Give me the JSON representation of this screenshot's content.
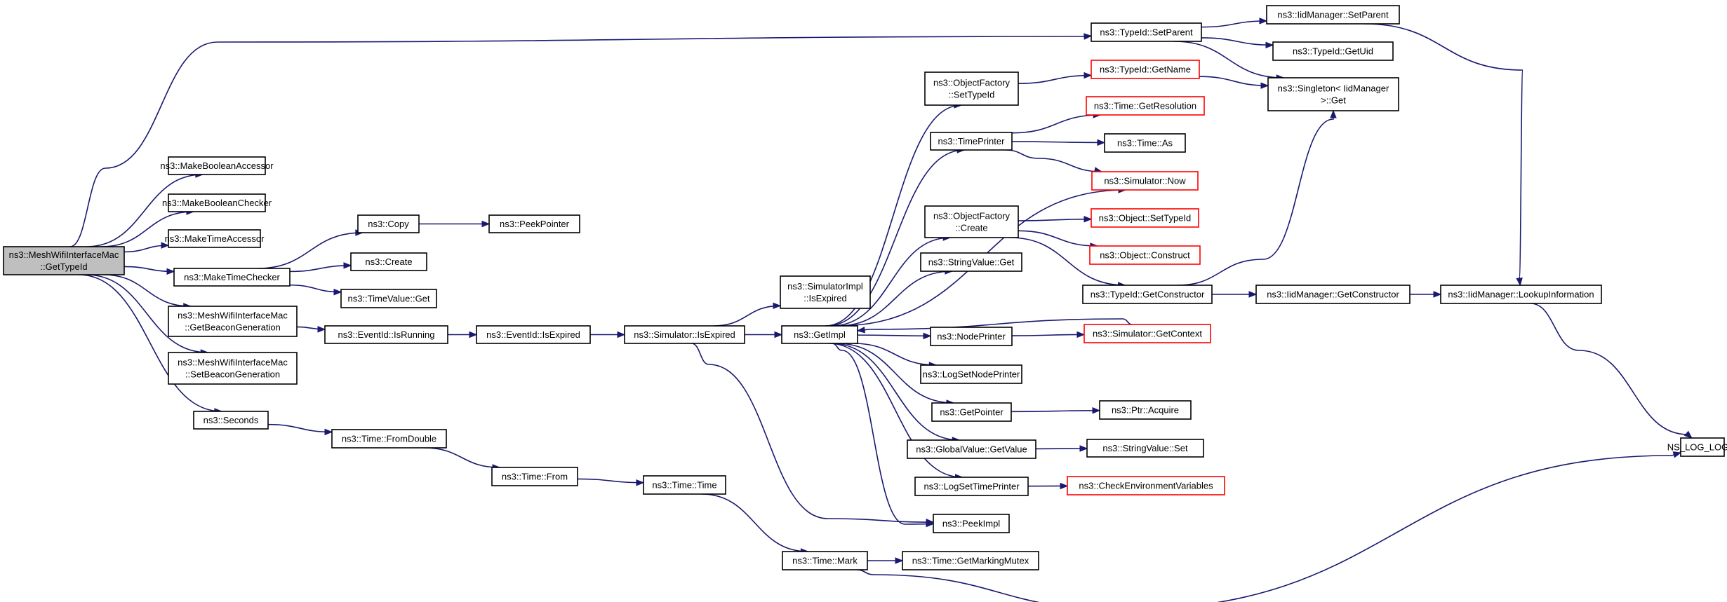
{
  "diagram": {
    "type": "call-graph",
    "edge_color": "#191970",
    "truncated_color": "#ff0000",
    "root_fill": "#bfbfbf",
    "nodes": [
      {
        "id": "root",
        "lines": [
          "ns3::MeshWifiInterfaceMac",
          "::GetTypeId"
        ],
        "root": true
      },
      {
        "id": "makeBoolAcc",
        "lines": [
          "ns3::MakeBooleanAccessor"
        ]
      },
      {
        "id": "makeBoolChk",
        "lines": [
          "ns3::MakeBooleanChecker"
        ]
      },
      {
        "id": "makeTimeAcc",
        "lines": [
          "ns3::MakeTimeAccessor"
        ]
      },
      {
        "id": "makeTimeChk",
        "lines": [
          "ns3::MakeTimeChecker"
        ]
      },
      {
        "id": "getBeacon",
        "lines": [
          "ns3::MeshWifiInterfaceMac",
          "::GetBeaconGeneration"
        ]
      },
      {
        "id": "setBeacon",
        "lines": [
          "ns3::MeshWifiInterfaceMac",
          "::SetBeaconGeneration"
        ]
      },
      {
        "id": "seconds",
        "lines": [
          "ns3::Seconds"
        ]
      },
      {
        "id": "copy",
        "lines": [
          "ns3::Copy"
        ]
      },
      {
        "id": "peekPtr",
        "lines": [
          "ns3::PeekPointer"
        ]
      },
      {
        "id": "create",
        "lines": [
          "ns3::Create"
        ]
      },
      {
        "id": "timeValueGet",
        "lines": [
          "ns3::TimeValue::Get"
        ]
      },
      {
        "id": "evRunning",
        "lines": [
          "ns3::EventId::IsRunning"
        ]
      },
      {
        "id": "evExpired",
        "lines": [
          "ns3::EventId::IsExpired"
        ]
      },
      {
        "id": "simExpired",
        "lines": [
          "ns3::Simulator::IsExpired"
        ]
      },
      {
        "id": "simImplExpired",
        "lines": [
          "ns3::SimulatorImpl",
          "::IsExpired"
        ]
      },
      {
        "id": "getImpl",
        "lines": [
          "ns3::GetImpl"
        ]
      },
      {
        "id": "fromDouble",
        "lines": [
          "ns3::Time::FromDouble"
        ]
      },
      {
        "id": "timeFrom",
        "lines": [
          "ns3::Time::From"
        ]
      },
      {
        "id": "timeTime",
        "lines": [
          "ns3::Time::Time"
        ]
      },
      {
        "id": "timeMark",
        "lines": [
          "ns3::Time::Mark"
        ]
      },
      {
        "id": "markingMutex",
        "lines": [
          "ns3::Time::GetMarkingMutex"
        ]
      },
      {
        "id": "ofSetTypeId",
        "lines": [
          "ns3::ObjectFactory",
          "::SetTypeId"
        ]
      },
      {
        "id": "timePrinter",
        "lines": [
          "ns3::TimePrinter"
        ]
      },
      {
        "id": "ofCreate",
        "lines": [
          "ns3::ObjectFactory",
          "::Create"
        ]
      },
      {
        "id": "stringValueGet",
        "lines": [
          "ns3::StringValue::Get"
        ]
      },
      {
        "id": "nodePrinter",
        "lines": [
          "ns3::NodePrinter"
        ]
      },
      {
        "id": "logSetNode",
        "lines": [
          "ns3::LogSetNodePrinter"
        ]
      },
      {
        "id": "getPointer",
        "lines": [
          "ns3::GetPointer"
        ]
      },
      {
        "id": "gvGetValue",
        "lines": [
          "ns3::GlobalValue::GetValue"
        ]
      },
      {
        "id": "logSetTime",
        "lines": [
          "ns3::LogSetTimePrinter"
        ]
      },
      {
        "id": "peekImpl",
        "lines": [
          "ns3::PeekImpl"
        ]
      },
      {
        "id": "typeIdGetName",
        "lines": [
          "ns3::TypeId::GetName"
        ],
        "truncated": true
      },
      {
        "id": "timeGetRes",
        "lines": [
          "ns3::Time::GetResolution"
        ],
        "truncated": true
      },
      {
        "id": "timeAs",
        "lines": [
          "ns3::Time::As"
        ]
      },
      {
        "id": "simNow",
        "lines": [
          "ns3::Simulator::Now"
        ],
        "truncated": true
      },
      {
        "id": "objSetTypeId",
        "lines": [
          "ns3::Object::SetTypeId"
        ],
        "truncated": true
      },
      {
        "id": "objConstruct",
        "lines": [
          "ns3::Object::Construct"
        ],
        "truncated": true
      },
      {
        "id": "typeIdGetCtor",
        "lines": [
          "ns3::TypeId::GetConstructor"
        ]
      },
      {
        "id": "simGetContext",
        "lines": [
          "ns3::Simulator::GetContext"
        ],
        "truncated": true
      },
      {
        "id": "ptrAcquire",
        "lines": [
          "ns3::Ptr::Acquire"
        ]
      },
      {
        "id": "stringValueSet",
        "lines": [
          "ns3::StringValue::Set"
        ]
      },
      {
        "id": "checkEnv",
        "lines": [
          "ns3::CheckEnvironmentVariables"
        ],
        "truncated": true
      },
      {
        "id": "typeIdSetParent",
        "lines": [
          "ns3::TypeId::SetParent"
        ]
      },
      {
        "id": "iidSetParent",
        "lines": [
          "ns3::IidManager::SetParent"
        ]
      },
      {
        "id": "typeIdGetUid",
        "lines": [
          "ns3::TypeId::GetUid"
        ]
      },
      {
        "id": "singletonGet",
        "lines": [
          "ns3::Singleton< IidManager",
          " >::Get"
        ]
      },
      {
        "id": "iidGetCtor",
        "lines": [
          "ns3::IidManager::GetConstructor"
        ]
      },
      {
        "id": "iidLookup",
        "lines": [
          "ns3::IidManager::LookupInformation"
        ]
      },
      {
        "id": "nsLogLogic",
        "lines": [
          "NS_LOG_LOGIC"
        ]
      }
    ],
    "edges": [
      [
        "root",
        "typeIdSetParent"
      ],
      [
        "root",
        "makeBoolAcc"
      ],
      [
        "root",
        "makeBoolChk"
      ],
      [
        "root",
        "makeTimeAcc"
      ],
      [
        "root",
        "makeTimeChk"
      ],
      [
        "root",
        "getBeacon"
      ],
      [
        "root",
        "setBeacon"
      ],
      [
        "root",
        "seconds"
      ],
      [
        "makeTimeChk",
        "copy"
      ],
      [
        "makeTimeChk",
        "create"
      ],
      [
        "makeTimeChk",
        "timeValueGet"
      ],
      [
        "copy",
        "peekPtr"
      ],
      [
        "getBeacon",
        "evRunning"
      ],
      [
        "evRunning",
        "evExpired"
      ],
      [
        "evExpired",
        "simExpired"
      ],
      [
        "simExpired",
        "simImplExpired"
      ],
      [
        "simExpired",
        "getImpl"
      ],
      [
        "simExpired",
        "peekImpl"
      ],
      [
        "seconds",
        "fromDouble"
      ],
      [
        "fromDouble",
        "timeFrom"
      ],
      [
        "timeFrom",
        "timeTime"
      ],
      [
        "timeTime",
        "timeMark"
      ],
      [
        "timeMark",
        "markingMutex"
      ],
      [
        "timeMark",
        "nsLogLogic"
      ],
      [
        "getImpl",
        "ofSetTypeId"
      ],
      [
        "getImpl",
        "timePrinter"
      ],
      [
        "getImpl",
        "simNow"
      ],
      [
        "getImpl",
        "ofCreate"
      ],
      [
        "getImpl",
        "stringValueGet"
      ],
      [
        "getImpl",
        "nodePrinter"
      ],
      [
        "getImpl",
        "logSetNode"
      ],
      [
        "getImpl",
        "getPointer"
      ],
      [
        "getImpl",
        "gvGetValue"
      ],
      [
        "getImpl",
        "logSetTime"
      ],
      [
        "getImpl",
        "peekImpl"
      ],
      [
        "ofSetTypeId",
        "typeIdGetName"
      ],
      [
        "typeIdGetName",
        "singletonGet"
      ],
      [
        "timePrinter",
        "timeGetRes"
      ],
      [
        "timePrinter",
        "timeAs"
      ],
      [
        "timePrinter",
        "simNow"
      ],
      [
        "ofCreate",
        "objSetTypeId"
      ],
      [
        "ofCreate",
        "objConstruct"
      ],
      [
        "ofCreate",
        "typeIdGetCtor"
      ],
      [
        "typeIdGetCtor",
        "singletonGet"
      ],
      [
        "typeIdGetCtor",
        "iidGetCtor"
      ],
      [
        "iidGetCtor",
        "iidLookup"
      ],
      [
        "nodePrinter",
        "simGetContext"
      ],
      [
        "simGetContext",
        "getImpl"
      ],
      [
        "getPointer",
        "ptrAcquire"
      ],
      [
        "gvGetValue",
        "stringValueSet"
      ],
      [
        "logSetTime",
        "checkEnv"
      ],
      [
        "typeIdSetParent",
        "iidSetParent"
      ],
      [
        "typeIdSetParent",
        "typeIdGetUid"
      ],
      [
        "typeIdSetParent",
        "singletonGet"
      ],
      [
        "iidSetParent",
        "iidLookup"
      ],
      [
        "iidLookup",
        "nsLogLogic"
      ]
    ]
  }
}
